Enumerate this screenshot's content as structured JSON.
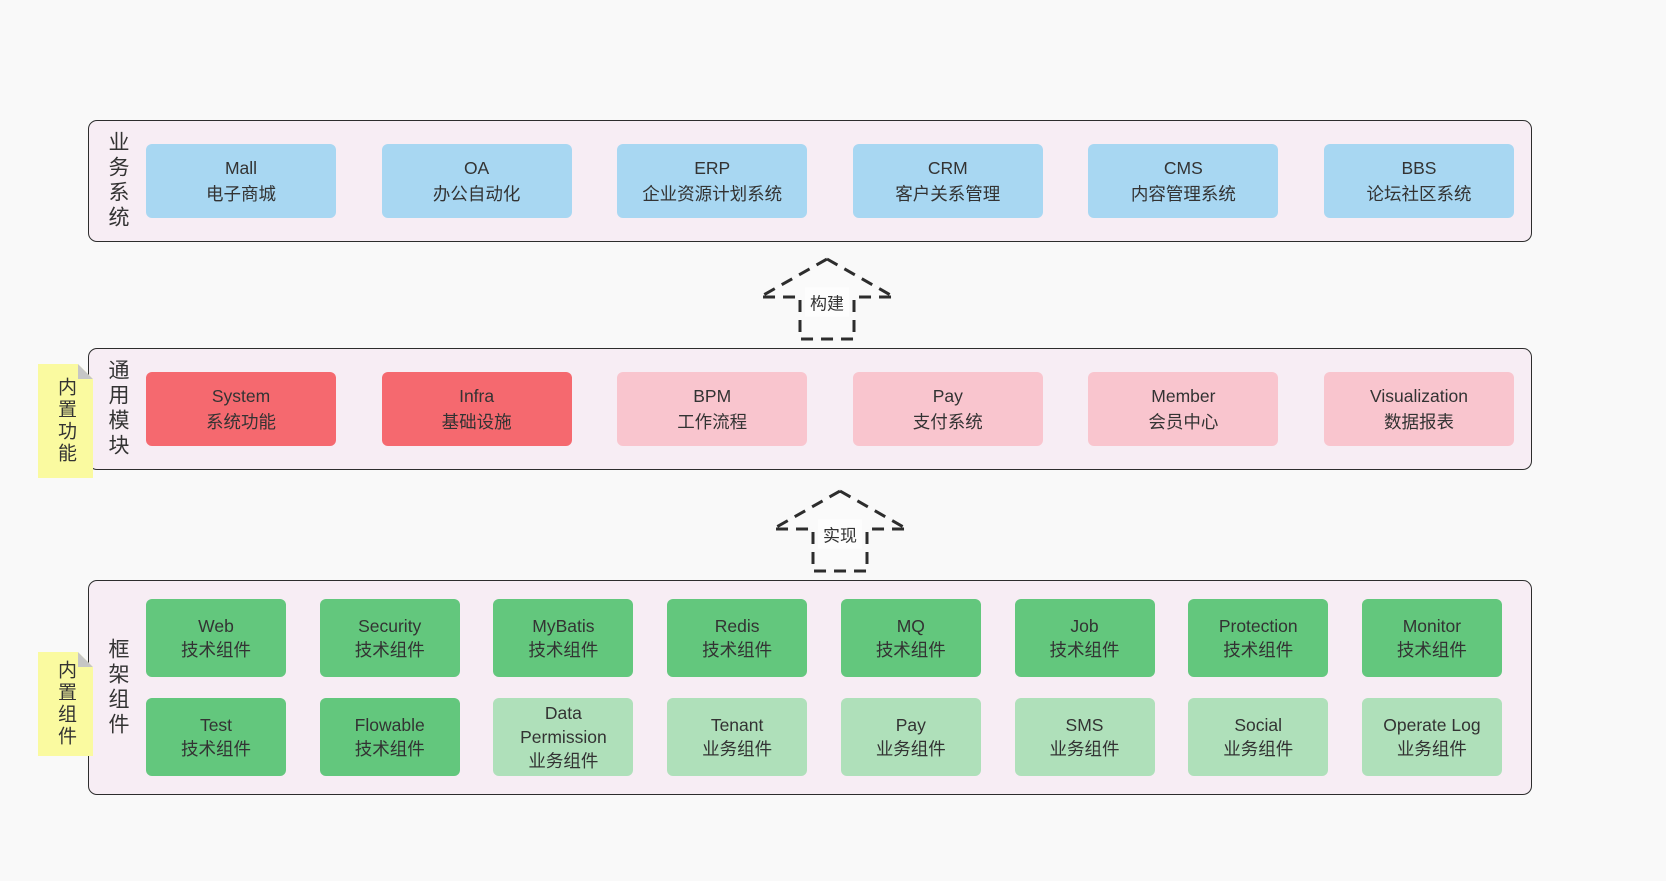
{
  "colors": {
    "blue": "#a8d7f2",
    "red": "#f5696f",
    "pink": "#f9c5ce",
    "green": "#63c77d",
    "light_green": "#afe0ba",
    "layer_bg": "#f7edf4",
    "tag_yellow": "#fafaa0",
    "border_dark": "#2d2d2d",
    "page_bg": "#f9f9f9"
  },
  "arrows": [
    {
      "label": "构建"
    },
    {
      "label": "实现"
    }
  ],
  "layers": [
    {
      "name": "business-systems",
      "side_label": "业务系统",
      "tag": "",
      "rows": [
        [
          {
            "title": "Mall",
            "subtitle": "电子商城",
            "color": "blue"
          },
          {
            "title": "OA",
            "subtitle": "办公自动化",
            "color": "blue"
          },
          {
            "title": "ERP",
            "subtitle": "企业资源计划系统",
            "color": "blue"
          },
          {
            "title": "CRM",
            "subtitle": "客户关系管理",
            "color": "blue"
          },
          {
            "title": "CMS",
            "subtitle": "内容管理系统",
            "color": "blue"
          },
          {
            "title": "BBS",
            "subtitle": "论坛社区系统",
            "color": "blue"
          }
        ]
      ]
    },
    {
      "name": "common-modules",
      "side_label": "通用模块",
      "tag": "内置功能",
      "rows": [
        [
          {
            "title": "System",
            "subtitle": "系统功能",
            "color": "red"
          },
          {
            "title": "Infra",
            "subtitle": "基础设施",
            "color": "red"
          },
          {
            "title": "BPM",
            "subtitle": "工作流程",
            "color": "pink"
          },
          {
            "title": "Pay",
            "subtitle": "支付系统",
            "color": "pink"
          },
          {
            "title": "Member",
            "subtitle": "会员中心",
            "color": "pink"
          },
          {
            "title": "Visualization",
            "subtitle": "数据报表",
            "color": "pink"
          }
        ]
      ]
    },
    {
      "name": "framework-components",
      "side_label": "框架组件",
      "tag": "内置组件",
      "rows": [
        [
          {
            "title": "Web",
            "subtitle": "技术组件",
            "color": "green"
          },
          {
            "title": "Security",
            "subtitle": "技术组件",
            "color": "green"
          },
          {
            "title": "MyBatis",
            "subtitle": "技术组件",
            "color": "green"
          },
          {
            "title": "Redis",
            "subtitle": "技术组件",
            "color": "green"
          },
          {
            "title": "MQ",
            "subtitle": "技术组件",
            "color": "green"
          },
          {
            "title": "Job",
            "subtitle": "技术组件",
            "color": "green"
          },
          {
            "title": "Protection",
            "subtitle": "技术组件",
            "color": "green"
          },
          {
            "title": "Monitor",
            "subtitle": "技术组件",
            "color": "green"
          }
        ],
        [
          {
            "title": "Test",
            "subtitle": "技术组件",
            "color": "green"
          },
          {
            "title": "Flowable",
            "subtitle": "技术组件",
            "color": "green"
          },
          {
            "title": "Data Permission",
            "subtitle": "业务组件",
            "color": "light_green"
          },
          {
            "title": "Tenant",
            "subtitle": "业务组件",
            "color": "light_green"
          },
          {
            "title": "Pay",
            "subtitle": "业务组件",
            "color": "light_green"
          },
          {
            "title": "SMS",
            "subtitle": "业务组件",
            "color": "light_green"
          },
          {
            "title": "Social",
            "subtitle": "业务组件",
            "color": "light_green"
          },
          {
            "title": "Operate Log",
            "subtitle": "业务组件",
            "color": "light_green"
          }
        ]
      ]
    }
  ]
}
